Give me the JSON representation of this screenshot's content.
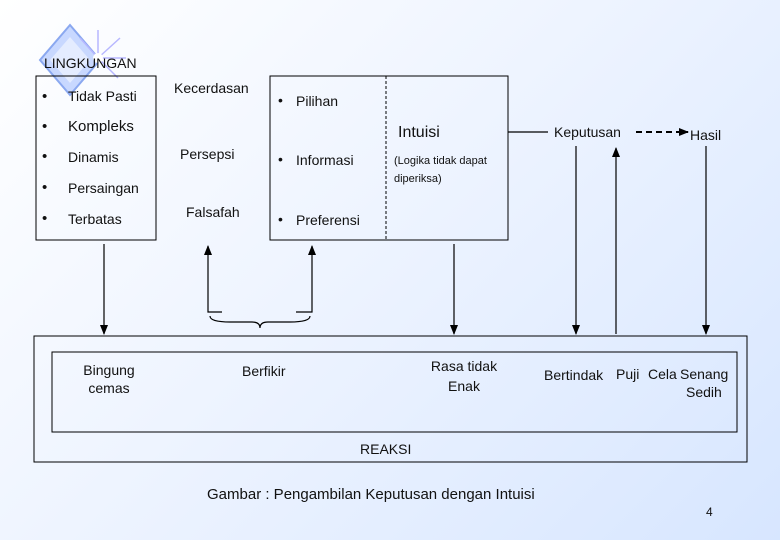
{
  "lingkungan": {
    "title": "LINGKUNGAN",
    "items": [
      "Tidak Pasti",
      "Kompleks",
      "Dinamis",
      "Persaingan",
      "Terbatas"
    ]
  },
  "middle": {
    "kecerdasan": "Kecerdasan",
    "persepsi": "Persepsi",
    "falsafah": "Falsafah",
    "pilihan": "Pilihan",
    "informasi": "Informasi",
    "preferensi": "Preferensi"
  },
  "intuisi": {
    "title": "Intuisi",
    "note_line1": "(Logika tidak dapat",
    "note_line2": "diperiksa)"
  },
  "keputusan": "Keputusan",
  "hasil": "Hasil",
  "reaksi": {
    "bingung": "Bingung",
    "cemas": "cemas",
    "berfikir": "Berfikir",
    "rasa_tidak": "Rasa tidak",
    "enak": "Enak",
    "bertindak": "Bertindak",
    "puji": "Puji",
    "cela": "Cela",
    "senang": "Senang",
    "sedih": "Sedih",
    "label": "REAKSI"
  },
  "bullet": "•",
  "caption": "Gambar : Pengambilan Keputusan dengan Intuisi",
  "page_number": "4"
}
